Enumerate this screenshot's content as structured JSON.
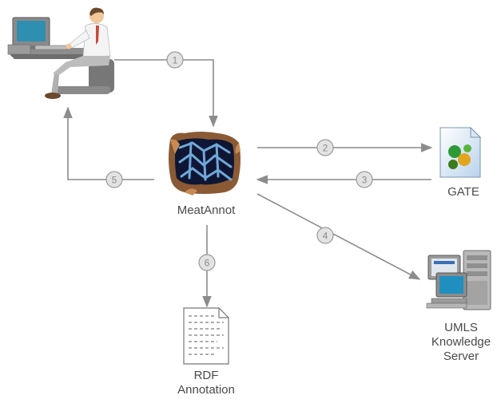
{
  "colors": {
    "arrow": "#8c8c8c",
    "step_fill": "#e3e3e3",
    "step_stroke": "#9a9a9a",
    "step_text": "#8a8a8a",
    "label_text": "#4a4a4a"
  },
  "nodes": {
    "user": {
      "icon": "user-at-computer-icon"
    },
    "meatannot": {
      "label": "MeatAnnot",
      "icon": "meatannot-logo-icon"
    },
    "gate": {
      "label": "GATE",
      "icon": "gate-document-icon"
    },
    "umls": {
      "label_lines": [
        "UMLS",
        "Knowledge",
        "Server"
      ],
      "icon": "server-icon"
    },
    "rdf": {
      "label_lines": [
        "RDF",
        "Annotation"
      ],
      "icon": "document-icon"
    }
  },
  "steps": [
    "1",
    "2",
    "3",
    "4",
    "5",
    "6"
  ]
}
